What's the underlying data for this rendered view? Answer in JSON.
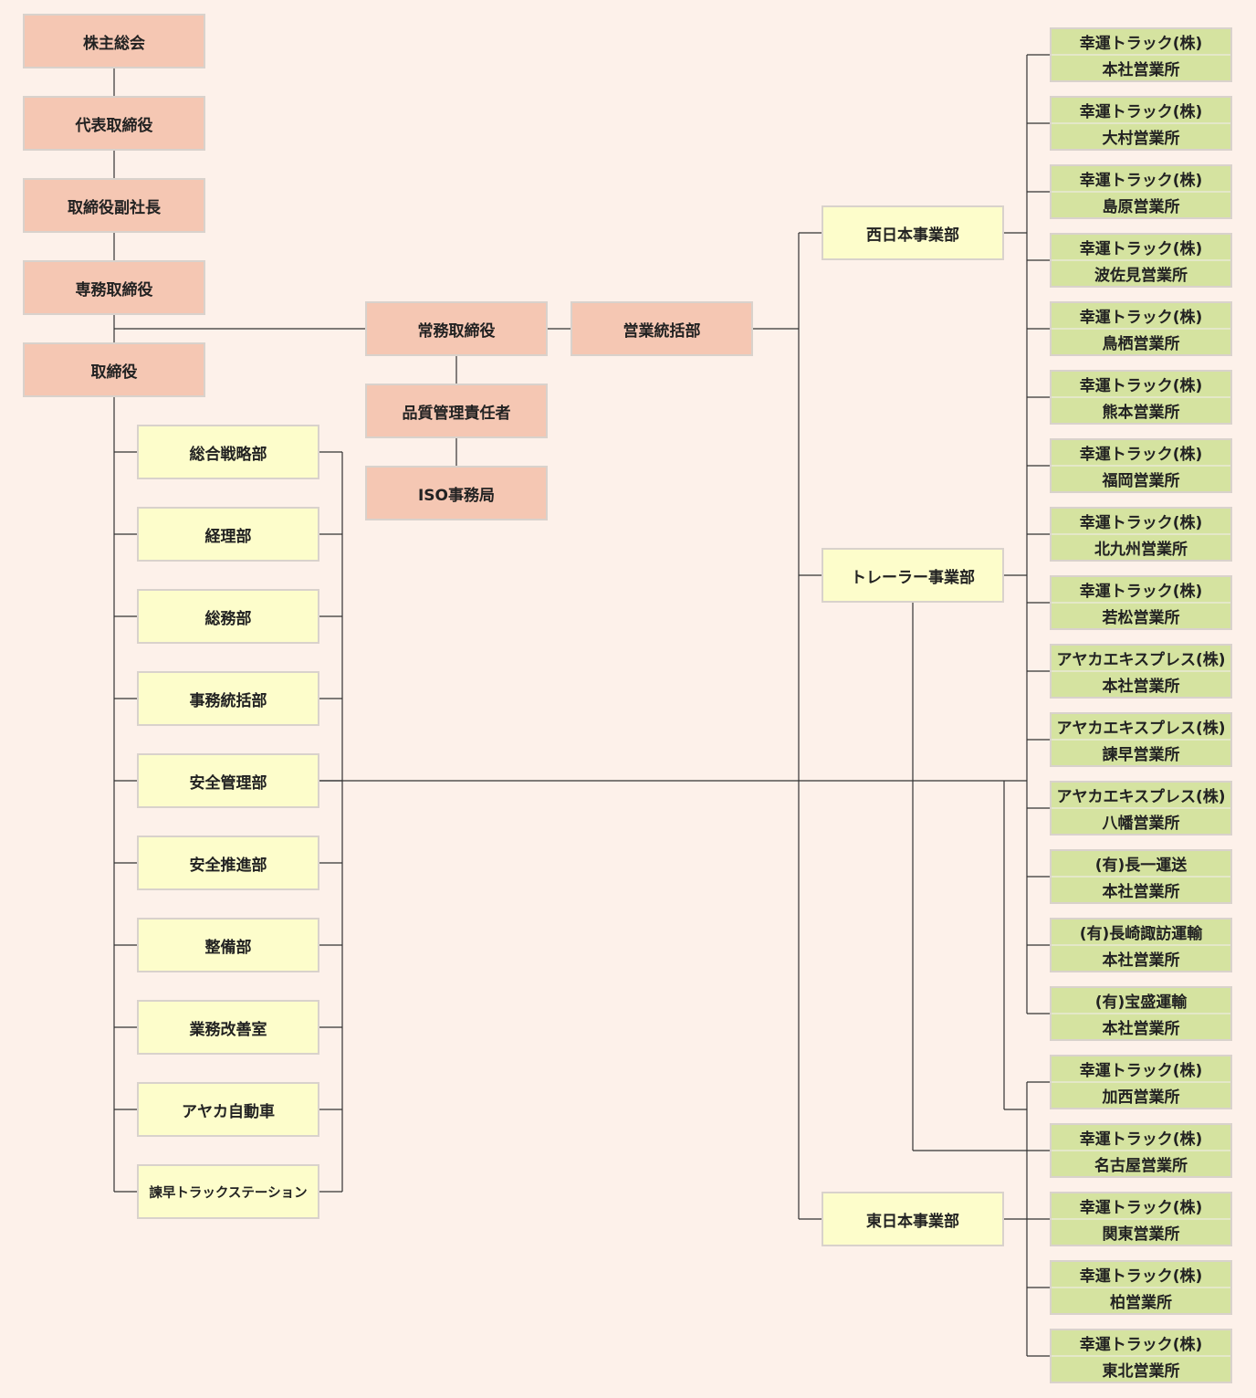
{
  "executives": {
    "shareholders": "株主総会",
    "president": "代表取締役",
    "vice_president": "取締役副社長",
    "senior_director": "専務取締役",
    "director": "取締役",
    "managing_director": "常務取締役",
    "quality_manager": "品質管理責任者",
    "iso_office": "ISO事務局",
    "sales_hq": "営業統括部"
  },
  "departments": [
    "総合戦略部",
    "経理部",
    "総務部",
    "事務統括部",
    "安全管理部",
    "安全推進部",
    "整備部",
    "業務改善室",
    "アヤカ自動車",
    "諫早トラックステーション"
  ],
  "divisions": {
    "west": "西日本事業部",
    "trailer": "トレーラー事業部",
    "east": "東日本事業部"
  },
  "branches": [
    {
      "company": "幸運トラック(株)",
      "office": "本社営業所"
    },
    {
      "company": "幸運トラック(株)",
      "office": "大村営業所"
    },
    {
      "company": "幸運トラック(株)",
      "office": "島原営業所"
    },
    {
      "company": "幸運トラック(株)",
      "office": "波佐見営業所"
    },
    {
      "company": "幸運トラック(株)",
      "office": "鳥栖営業所"
    },
    {
      "company": "幸運トラック(株)",
      "office": "熊本営業所"
    },
    {
      "company": "幸運トラック(株)",
      "office": "福岡営業所"
    },
    {
      "company": "幸運トラック(株)",
      "office": "北九州営業所"
    },
    {
      "company": "幸運トラック(株)",
      "office": "若松営業所"
    },
    {
      "company": "アヤカエキスプレス(株)",
      "office": "本社営業所"
    },
    {
      "company": "アヤカエキスプレス(株)",
      "office": "諫早営業所"
    },
    {
      "company": "アヤカエキスプレス(株)",
      "office": "八幡営業所"
    },
    {
      "company": "(有)長一運送",
      "office": "本社営業所"
    },
    {
      "company": "(有)長崎諏訪運輸",
      "office": "本社営業所"
    },
    {
      "company": "(有)宝盛運輸",
      "office": "本社営業所"
    },
    {
      "company": "幸運トラック(株)",
      "office": "加西営業所"
    },
    {
      "company": "幸運トラック(株)",
      "office": "名古屋営業所"
    },
    {
      "company": "幸運トラック(株)",
      "office": "関東営業所"
    },
    {
      "company": "幸運トラック(株)",
      "office": "柏営業所"
    },
    {
      "company": "幸運トラック(株)",
      "office": "東北営業所"
    }
  ],
  "colors": {
    "executive": "#f5c7b3",
    "department": "#fdfdcb",
    "branch": "#d5e3a0",
    "background": "#fdf1ea",
    "line": "#333333"
  }
}
